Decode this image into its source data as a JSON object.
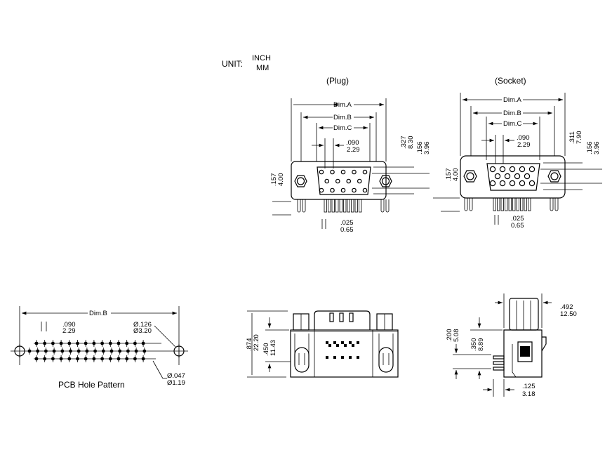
{
  "unit": {
    "label": "UNIT:",
    "inch": "INCH",
    "mm": "MM"
  },
  "plug": {
    "title": "(Plug)",
    "dim_a": "Dim.A",
    "dim_b": "Dim.B",
    "dim_c": "Dim.C",
    "pitch_in": ".090",
    "pitch_mm": "2.29",
    "h1_in": ".327",
    "h1_mm": "8.30",
    "h2_in": ".156",
    "h2_mm": "3.96",
    "h3_in": ".157",
    "h3_mm": "4.00",
    "pin_in": ".025",
    "pin_mm": "0.65"
  },
  "socket": {
    "title": "(Socket)",
    "dim_a": "Dim.A",
    "dim_b": "Dim.B",
    "dim_c": "Dim.C",
    "pitch_in": ".090",
    "pitch_mm": "2.29",
    "h1_in": ".311",
    "h1_mm": "7.90",
    "h2_in": ".156",
    "h2_mm": "3.96",
    "h3_in": ".157",
    "h3_mm": "4.00",
    "pin_in": ".025",
    "pin_mm": "0.65"
  },
  "pcb": {
    "title": "PCB Hole Pattern",
    "dim_b": "Dim.B",
    "pitch_in": ".090",
    "pitch_mm": "2.29",
    "mount_in": "Ø.126",
    "mount_mm": "Ø3.20",
    "hole_in": "Ø.047",
    "hole_mm": "Ø1.19"
  },
  "front": {
    "h_in": ".874",
    "h_mm": "22.20",
    "h2_in": ".450",
    "h2_mm": "11.43"
  },
  "side": {
    "w_in": ".492",
    "w_mm": "12.50",
    "h1_in": ".200",
    "h1_mm": "5.08",
    "h2_in": ".350",
    "h2_mm": "8.89",
    "d_in": ".125",
    "d_mm": "3.18"
  }
}
